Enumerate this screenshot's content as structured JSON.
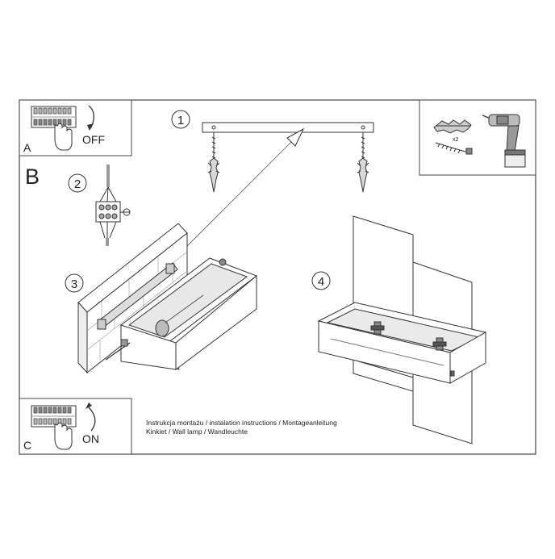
{
  "panels": {
    "a": {
      "letter": "A",
      "state": "OFF"
    },
    "b": {
      "letter": "B"
    },
    "c": {
      "letter": "C",
      "state": "ON"
    }
  },
  "steps": [
    {
      "number": "1"
    },
    {
      "number": "2"
    },
    {
      "number": "3"
    },
    {
      "number": "4"
    }
  ],
  "tools": {
    "quantity": "x2"
  },
  "captions": {
    "line1": "Instrukcja montażu / instalation instructions / Montageanleitung",
    "line2": "Kinkiet / Wall lamp / Wandleuchte"
  },
  "icons": {
    "breaker": "circuit-breaker-icon",
    "hand": "hand-icon",
    "arrow_down": "curved-arrow-down-icon",
    "arrow_up": "curved-arrow-up-icon",
    "drill": "drill-icon",
    "plug": "wall-plug-icon",
    "screw": "screw-icon"
  }
}
